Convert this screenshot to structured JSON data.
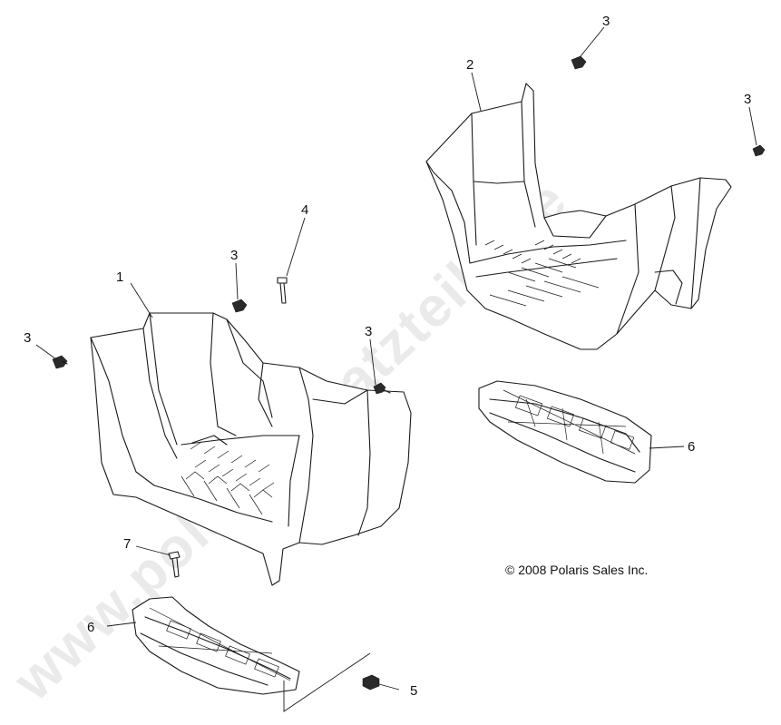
{
  "watermark": "www.polarisersatzteile.de",
  "copyright": "© 2008 Polaris Sales Inc.",
  "callouts": [
    {
      "id": "c1",
      "label": "1"
    },
    {
      "id": "c2",
      "label": "2"
    },
    {
      "id": "c3a",
      "label": "3"
    },
    {
      "id": "c3b",
      "label": "3"
    },
    {
      "id": "c3c",
      "label": "3"
    },
    {
      "id": "c3d",
      "label": "3"
    },
    {
      "id": "c3e",
      "label": "3"
    },
    {
      "id": "c4",
      "label": "4"
    },
    {
      "id": "c5",
      "label": "5"
    },
    {
      "id": "c6a",
      "label": "6"
    },
    {
      "id": "c6b",
      "label": "6"
    },
    {
      "id": "c7",
      "label": "7"
    }
  ]
}
